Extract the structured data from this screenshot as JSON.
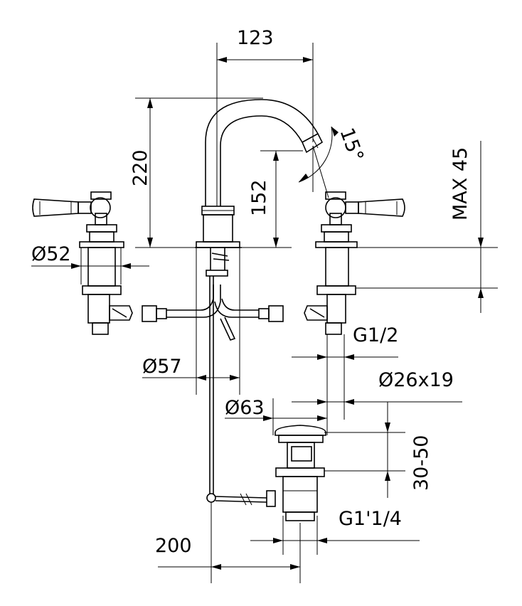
{
  "drawing": {
    "dimensions": {
      "spread_width": "123",
      "total_height": "220",
      "spout_height": "152",
      "spout_angle": "15°",
      "max_deck": "MAX 45",
      "handle_diameter": "Ø52",
      "body_diameter": "Ø57",
      "base_diameter": "Ø63",
      "inlet_thread": "G1/2",
      "shank_size": "Ø26x19",
      "waste_range": "30-50",
      "waste_thread": "G1'1/4",
      "rod_length": "200"
    }
  }
}
